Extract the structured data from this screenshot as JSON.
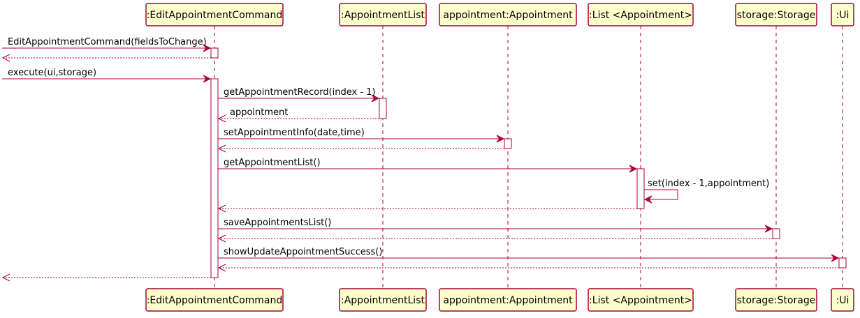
{
  "colors": {
    "line": "#A80036",
    "box_fill": "#FEFECE",
    "text": "#000000"
  },
  "participants": [
    {
      "id": "editcmd",
      "label": ":EditAppointmentCommand"
    },
    {
      "id": "applist",
      "label": ":AppointmentList"
    },
    {
      "id": "appt",
      "label": "appointment:Appointment"
    },
    {
      "id": "list",
      "label": ":List <Appointment>"
    },
    {
      "id": "storage",
      "label": "storage:Storage"
    },
    {
      "id": "ui",
      "label": ":Ui"
    }
  ],
  "messages": [
    {
      "from": "external",
      "to": "editcmd",
      "type": "call",
      "label": "EditAppointmentCommand(fieldsToChange)"
    },
    {
      "from": "editcmd",
      "to": "external",
      "type": "return",
      "label": ""
    },
    {
      "from": "external",
      "to": "editcmd",
      "type": "call",
      "label": "execute(ui,storage)"
    },
    {
      "from": "editcmd",
      "to": "applist",
      "type": "call",
      "label": "getAppointmentRecord(index - 1)"
    },
    {
      "from": "applist",
      "to": "editcmd",
      "type": "return",
      "label": "appointment"
    },
    {
      "from": "editcmd",
      "to": "appt",
      "type": "call",
      "label": "setAppointmentInfo(date,time)"
    },
    {
      "from": "appt",
      "to": "editcmd",
      "type": "return",
      "label": ""
    },
    {
      "from": "editcmd",
      "to": "list",
      "type": "call",
      "label": "getAppointmentList()"
    },
    {
      "from": "list",
      "to": "list",
      "type": "self",
      "label": "set(index - 1,appointment)"
    },
    {
      "from": "list",
      "to": "editcmd",
      "type": "return",
      "label": ""
    },
    {
      "from": "editcmd",
      "to": "storage",
      "type": "call",
      "label": "saveAppointmentsList()"
    },
    {
      "from": "storage",
      "to": "editcmd",
      "type": "return",
      "label": ""
    },
    {
      "from": "editcmd",
      "to": "ui",
      "type": "call",
      "label": "showUpdateAppointmentSuccess()"
    },
    {
      "from": "ui",
      "to": "editcmd",
      "type": "return",
      "label": ""
    },
    {
      "from": "editcmd",
      "to": "external",
      "type": "return",
      "label": ""
    }
  ]
}
